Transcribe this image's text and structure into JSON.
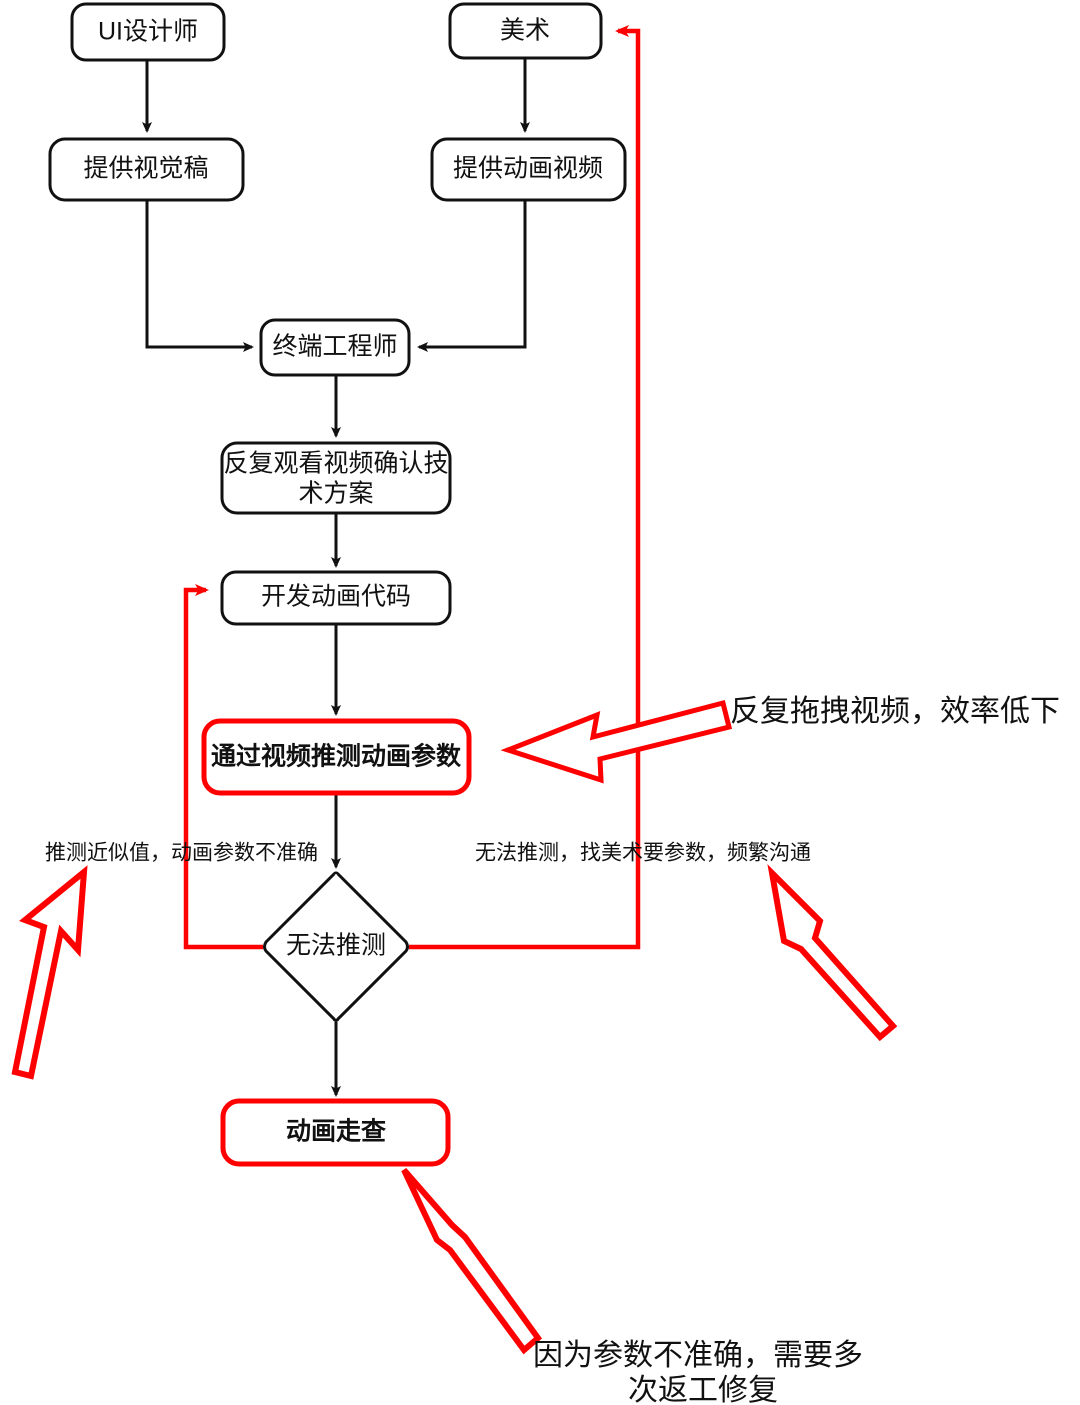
{
  "diagram": {
    "title": "动画开发流程现状图",
    "colors": {
      "stroke_black": "#111111",
      "stroke_red": "#ff0000",
      "background": "#ffffff",
      "text": "#111111"
    },
    "nodes": [
      {
        "id": "ui_designer",
        "label": "UI设计师",
        "shape": "rounded-rect",
        "border": "black",
        "bold": false
      },
      {
        "id": "art",
        "label": "美术",
        "shape": "rounded-rect",
        "border": "black",
        "bold": false
      },
      {
        "id": "provide_visual",
        "label": "提供视觉稿",
        "shape": "rounded-rect",
        "border": "black",
        "bold": false
      },
      {
        "id": "provide_video",
        "label": "提供动画视频",
        "shape": "rounded-rect",
        "border": "black",
        "bold": false
      },
      {
        "id": "client_engineer",
        "label": "终端工程师",
        "shape": "rounded-rect",
        "border": "black",
        "bold": false
      },
      {
        "id": "watch_video_1",
        "label": "反复观看视频确认技",
        "shape": "rounded-rect",
        "border": "black",
        "bold": false
      },
      {
        "id": "watch_video_2",
        "label": "术方案",
        "shape": "rounded-rect",
        "border": "black",
        "bold": false
      },
      {
        "id": "dev_code",
        "label": "开发动画代码",
        "shape": "rounded-rect",
        "border": "black",
        "bold": false
      },
      {
        "id": "infer_params",
        "label": "通过视频推测动画参数",
        "shape": "rounded-rect",
        "border": "red",
        "bold": true
      },
      {
        "id": "cannot_infer",
        "label": "无法推测",
        "shape": "diamond",
        "border": "black",
        "bold": false
      },
      {
        "id": "animation_review",
        "label": "动画走查",
        "shape": "rounded-rect",
        "border": "red",
        "bold": true
      }
    ],
    "edge_labels": [
      {
        "id": "label_left",
        "text": "推测近似值，动画参数不准确"
      },
      {
        "id": "label_right",
        "text": "无法推测，找美术要参数，频繁沟通"
      }
    ],
    "callouts": [
      {
        "id": "callout_drag_video",
        "text": "反复拖拽视频，效率低下",
        "lines": [
          "反复拖拽视频，效率低下"
        ]
      },
      {
        "id": "callout_rework",
        "text": "因为参数不准确，需要多次返工修复",
        "lines": [
          "因为参数不准确，需要多",
          "次返工修复"
        ]
      }
    ]
  }
}
